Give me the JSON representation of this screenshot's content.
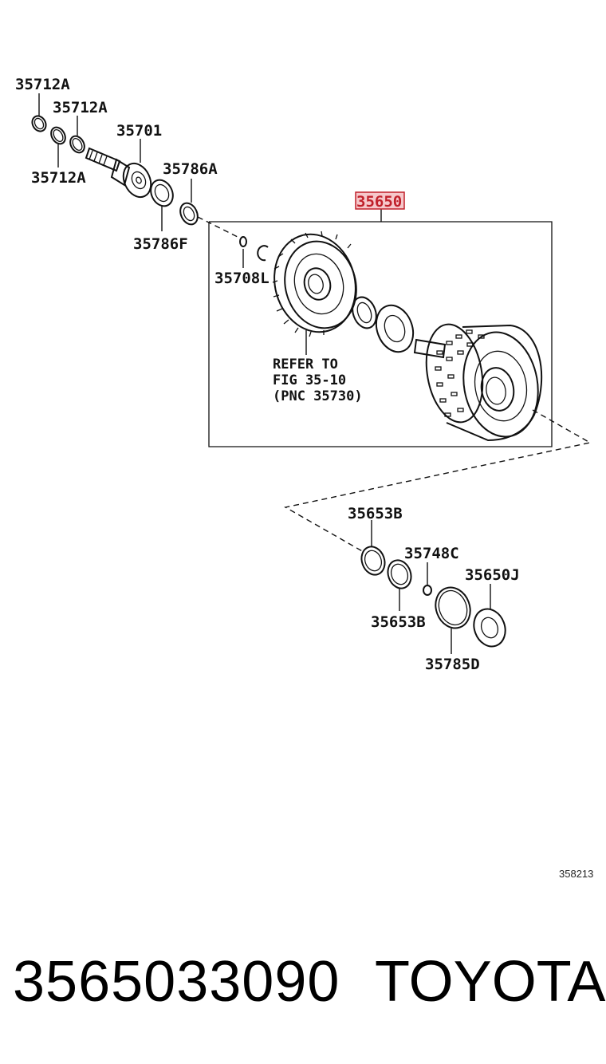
{
  "diagram": {
    "callouts": {
      "c35712a_top": "35712A",
      "c35712a_mid": "35712A",
      "c35712a_low": "35712A",
      "c35701": "35701",
      "c35786a": "35786A",
      "c35786f": "35786F",
      "c35650": "35650",
      "c35708l": "35708L",
      "c35653b_top": "35653B",
      "c35748c": "35748C",
      "c35650j": "35650J",
      "c35653b_low": "35653B",
      "c35785d": "35785D"
    },
    "refer_note": {
      "line1": "REFER TO",
      "line2": "FIG 35-10",
      "line3": "(PNC 35730)"
    },
    "figure_number": "358213",
    "highlight_color": "#c0202a"
  },
  "footer": {
    "part_number": "3565033090",
    "brand": "TOYOTA"
  }
}
